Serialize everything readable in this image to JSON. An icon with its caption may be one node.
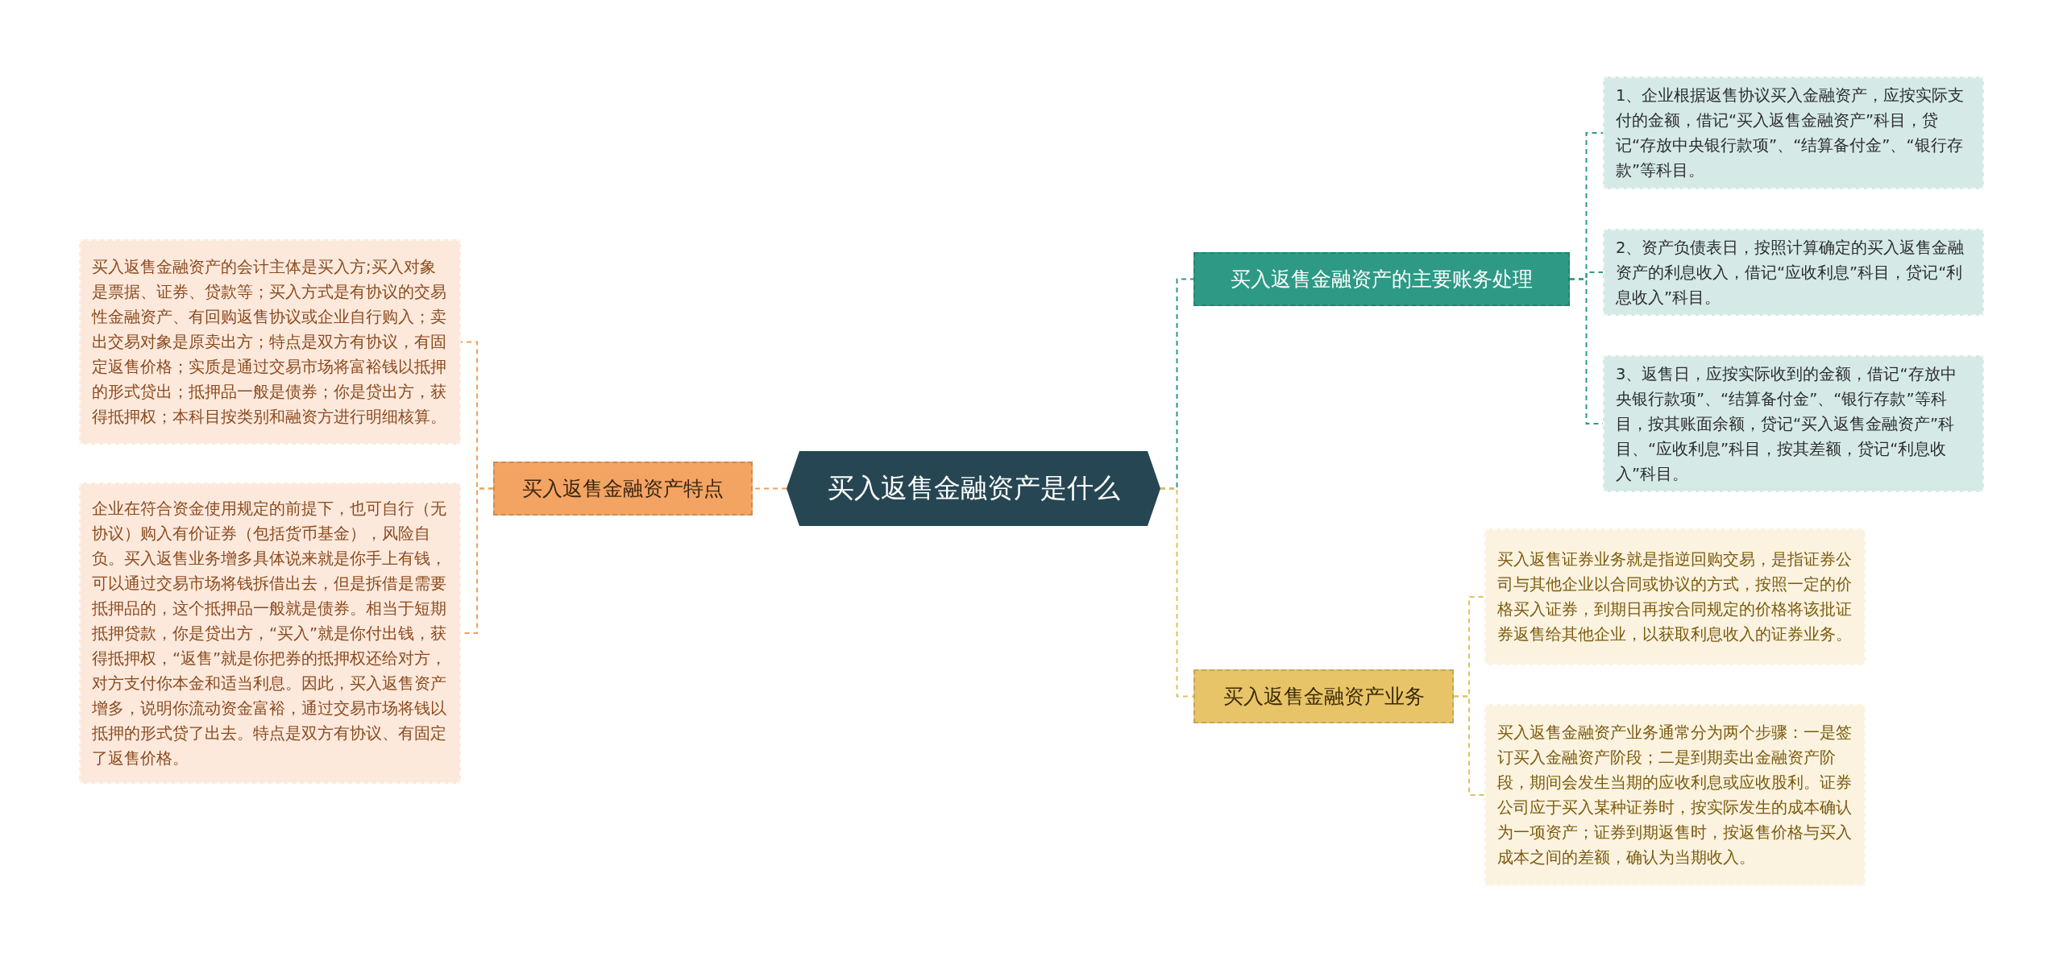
{
  "diagram": {
    "nodes": [
      {
        "text": [
          "买入返售金融资产是什么"
        ]
      },
      {
        "text": [
          "买入返售金融资产特点"
        ]
      },
      {
        "text": [
          "买入返售金融资产的会计主体是买入方;买入对象是票据、证券、贷款等；买入方式是有协议的交易性金融资产、有回购返售协议或企业自行购入；卖出交易对象是原卖出方；特点是双方有协议，有固定返售价格；实质是通过交易市场将富裕钱以抵押的形式贷出；抵押品一般是债券；你是贷出方，获得抵押权；本科目按类别和融资方进行明细核算。"
        ]
      },
      {
        "text": [
          "企业在符合资金使用规定的前提下，也可自行（无协议）购入有价证券（包括货币基金），风险自负。买入返售业务增多具体说来就是你手上有钱，可以通过交易市场将钱拆借出去，但是拆借是需要抵押品的，这个抵押品一般就是债券。相当于短期抵押贷款，你是贷出方，“买入”就是你付出钱，获得抵押权，“返售”就是你把券的抵押权还给对方，对方支付你本金和适当利息。因此，买入返售资产增多，说明你流动资金富裕，通过交易市场将钱以抵押的形式贷了出去。特点是双方有协议、有固定了返售价格。"
        ]
      },
      {
        "text": [
          "买入返售金融资产的主要账务处理"
        ]
      },
      {
        "text": [
          "1、企业根据返售协议买入金融资产，应按实际支付的金额，借记“买入返售金融资产”科目，贷记“存放中央银行款项”、“结算备付金”、“银行存款”等科目。"
        ]
      },
      {
        "text": [
          "2、资产负债表日，按照计算确定的买入返售金融资产的利息收入，借记“应收利息”科目，贷记“利息收入”科目。"
        ]
      },
      {
        "text": [
          "3、返售日，应按实际收到的金额，借记“存放中央银行款项”、“结算备付金”、“银行存款”等科目，按其账面余额，贷记“买入返售金融资产”科目、“应收利息”科目，按其差额，贷记“利息收入”科目。"
        ]
      },
      {
        "text": [
          "买入返售金融资产业务"
        ]
      },
      {
        "text": [
          "买入返售证券业务就是指逆回购交易，是指证券公司与其他企业以合同或协议的方式，按照一定的价格买入证券，到期日再按合同规定的价格将该批证券返售给其他企业，以获取利息收入的证券业务。"
        ]
      },
      {
        "text": [
          "买入返售金融资产业务通常分为两个步骤：一是签订买入金融资产阶段；二是到期卖出金融资产阶段，期间会发生当期的应收利息或应收股利。证券公司应于买入某种证券时，按实际发生的成本确认为一项资产；证券到期返售时，按返售价格与买入成本之间的差额，确认为当期收入。"
        ]
      }
    ],
    "edges": [
      {
        "from": 0,
        "to": 1,
        "arrow": "none",
        "style": "dashed",
        "color": "#f0a15e"
      },
      {
        "from": 1,
        "to": 2,
        "arrow": "none",
        "style": "dashed",
        "color": "#f0a15e"
      },
      {
        "from": 1,
        "to": 3,
        "arrow": "none",
        "style": "dashed",
        "color": "#f0a15e"
      },
      {
        "from": 0,
        "to": 4,
        "arrow": "none",
        "style": "dashed",
        "color": "#2e9a85"
      },
      {
        "from": 4,
        "to": 5,
        "arrow": "none",
        "style": "dashed",
        "color": "#2e9a85"
      },
      {
        "from": 4,
        "to": 6,
        "arrow": "none",
        "style": "dashed",
        "color": "#2e9a85"
      },
      {
        "from": 4,
        "to": 7,
        "arrow": "none",
        "style": "dashed",
        "color": "#2e9a85"
      },
      {
        "from": 0,
        "to": 8,
        "arrow": "none",
        "style": "dashed",
        "color": "#e3bf5e"
      },
      {
        "from": 8,
        "to": 9,
        "arrow": "none",
        "style": "dashed",
        "color": "#e3bf5e"
      },
      {
        "from": 8,
        "to": 10,
        "arrow": "none",
        "style": "dashed",
        "color": "#e3bf5e"
      }
    ]
  }
}
